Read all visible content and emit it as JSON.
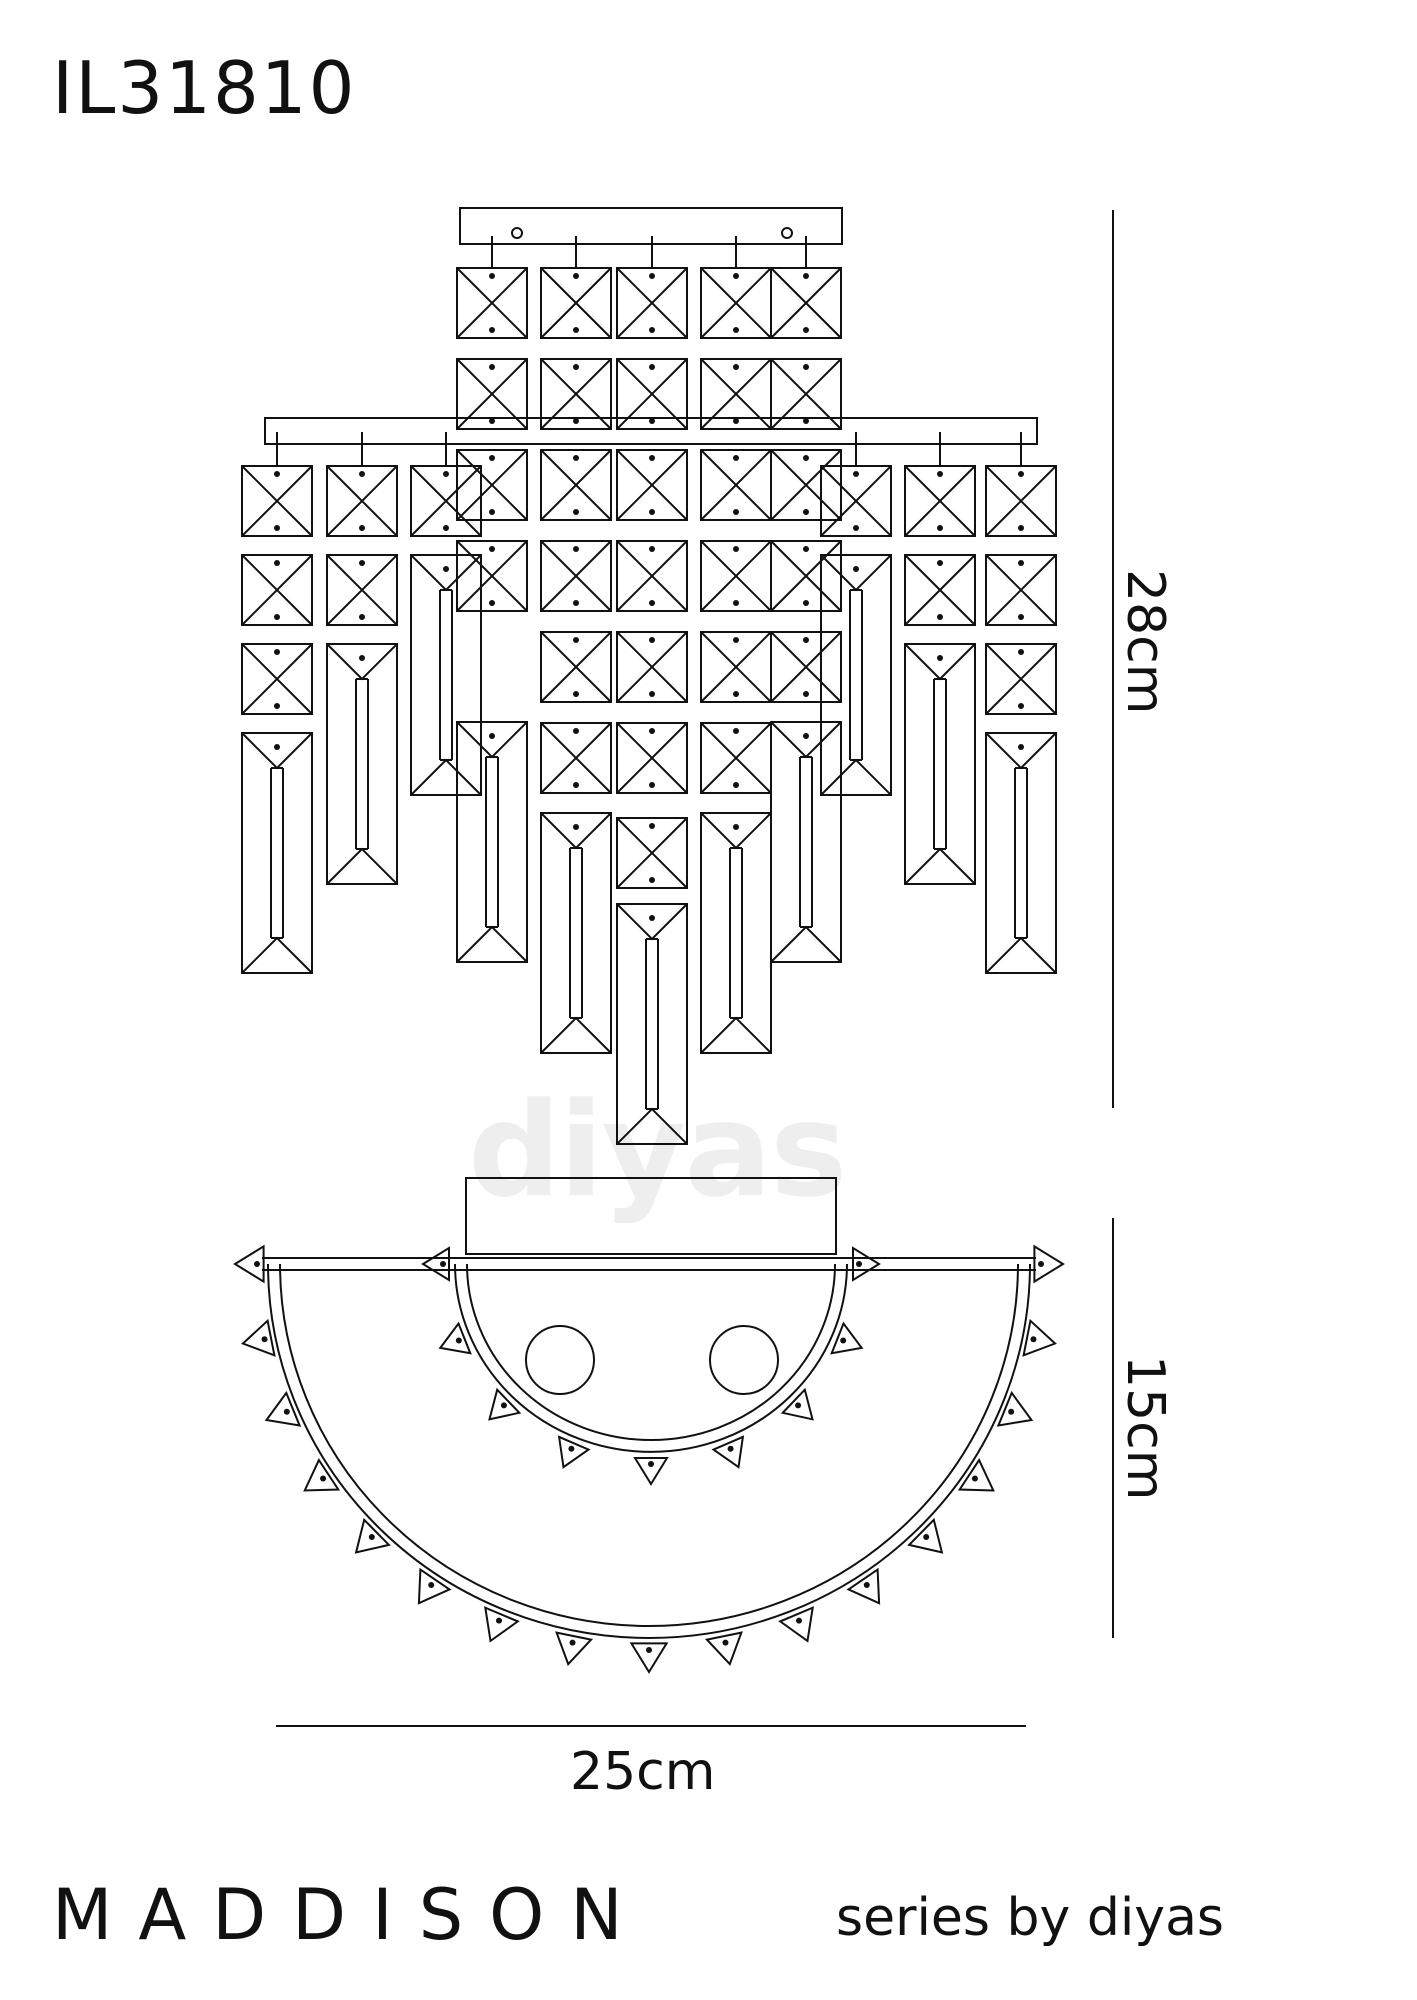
{
  "header": {
    "model_code": "IL31810"
  },
  "dimensions": {
    "height_label": "28cm",
    "depth_label": "15cm",
    "width_label": "25cm"
  },
  "footer": {
    "series_name": "MADDISON",
    "series_by": "series by diyas"
  },
  "watermark": {
    "text": "diyas"
  },
  "colors": {
    "line": "#111111",
    "watermark": "#eeeeee",
    "background": "#ffffff"
  }
}
